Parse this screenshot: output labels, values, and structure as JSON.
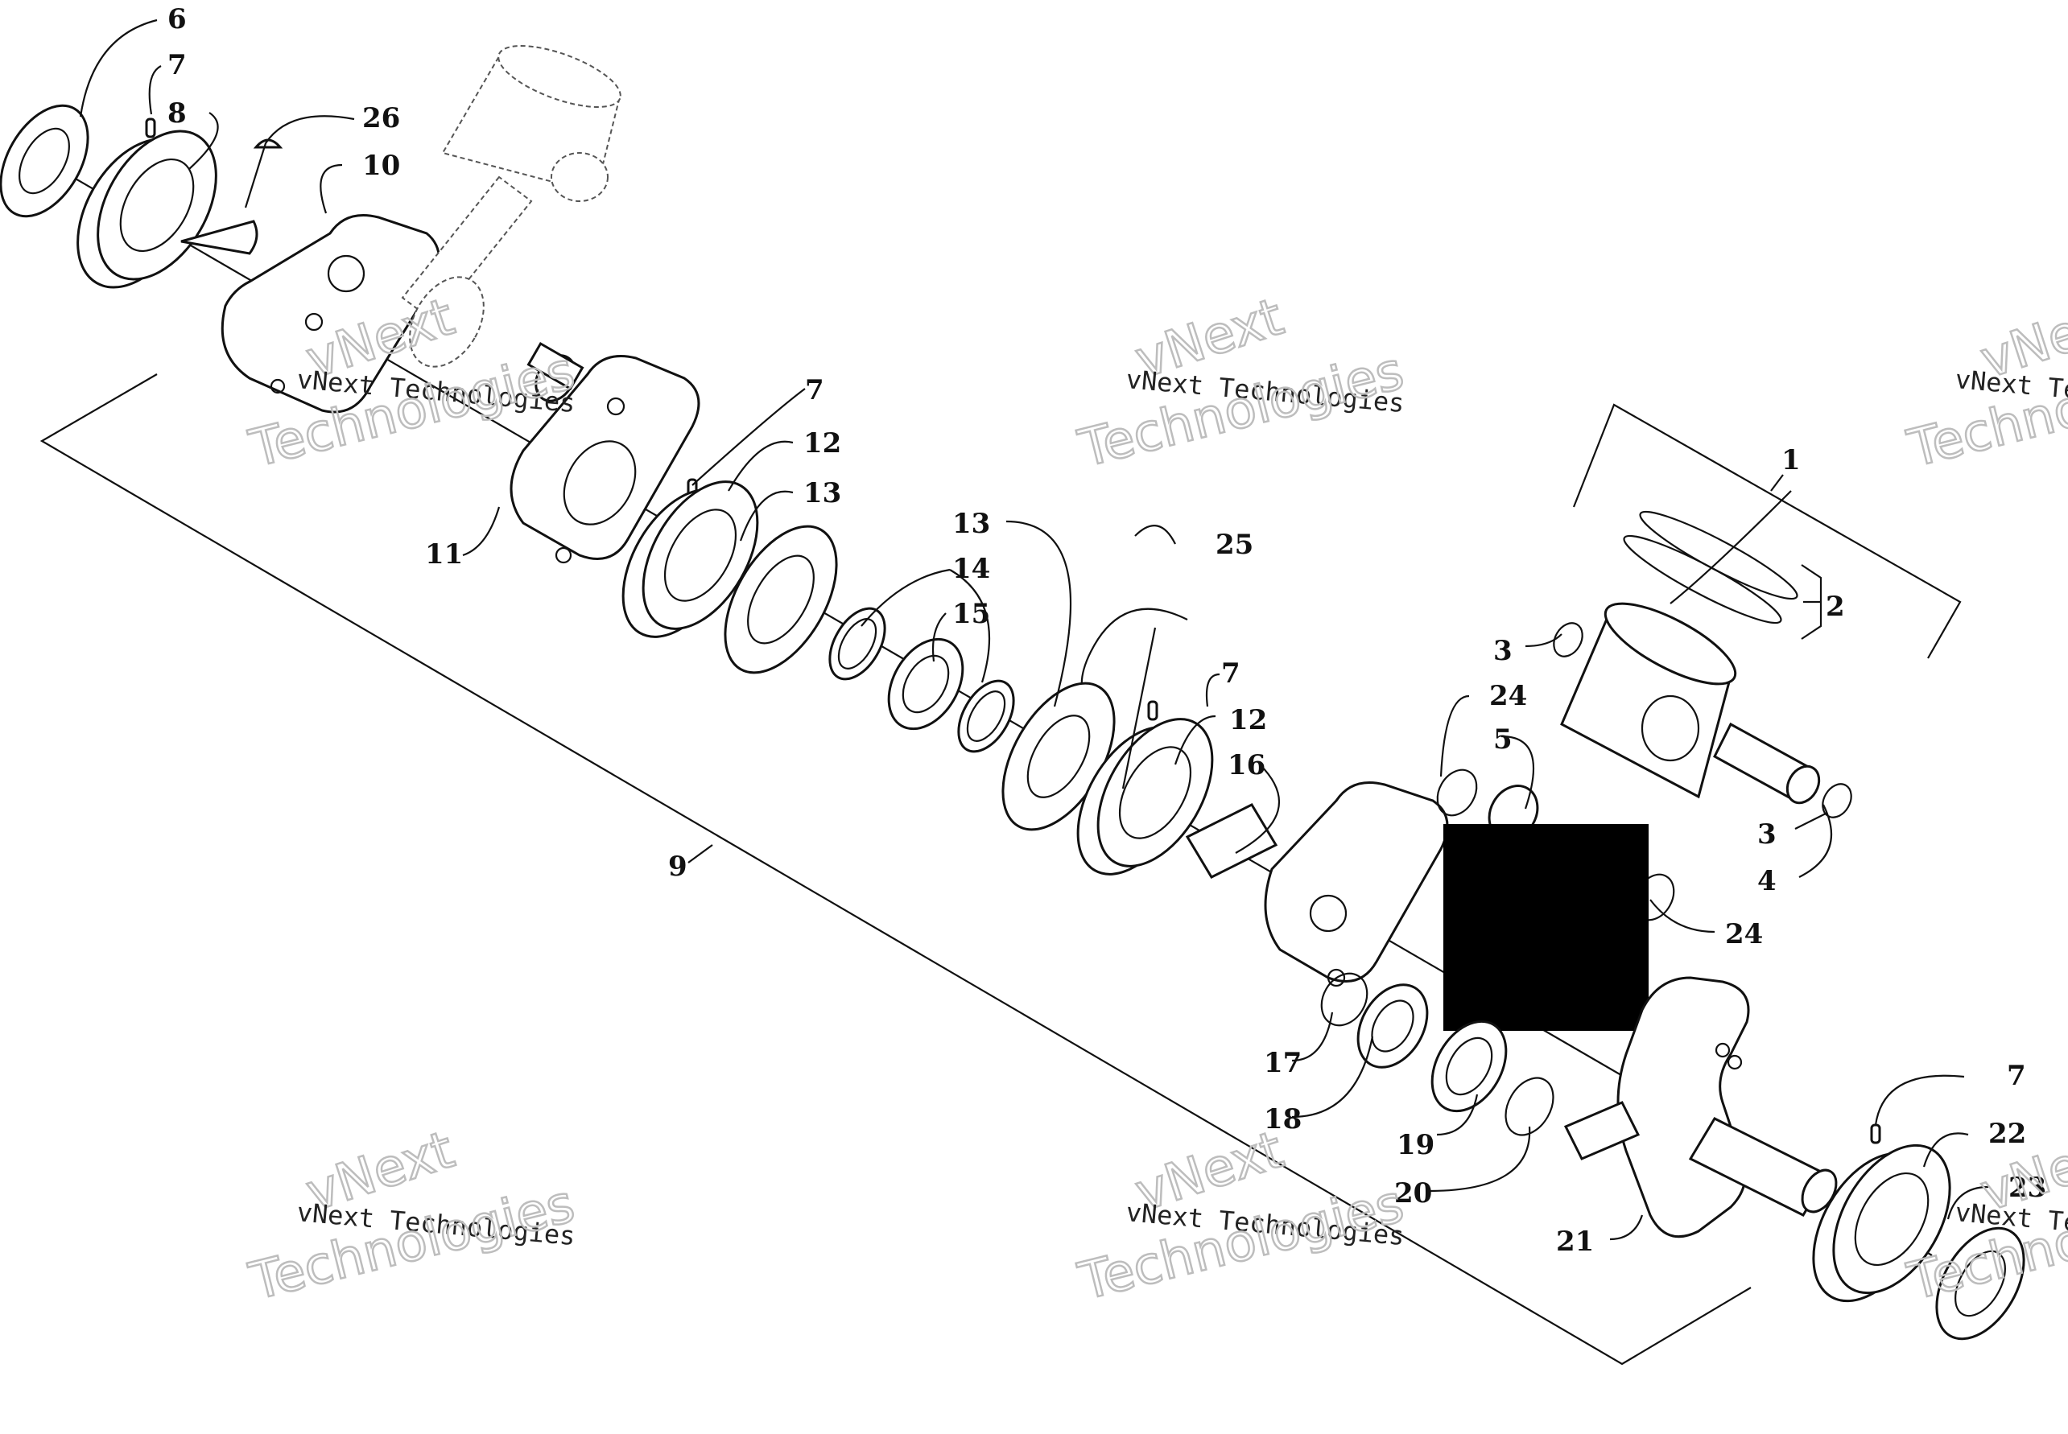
{
  "callouts": [
    "6",
    "7",
    "8",
    "26",
    "10",
    "7",
    "12",
    "13",
    "11",
    "13",
    "14",
    "15",
    "25",
    "1",
    "2",
    "3",
    "24",
    "5",
    "7",
    "12",
    "16",
    "3",
    "4",
    "24",
    "9",
    "17",
    "18",
    "19",
    "20",
    "21",
    "7",
    "22",
    "23"
  ],
  "watermark": {
    "company": "vNext Technologies",
    "word1": "vNext",
    "word2": "Technologies"
  },
  "colors": {
    "line": "#111111",
    "watermark_outline": "#bdbdbd",
    "redaction": "#000000"
  }
}
